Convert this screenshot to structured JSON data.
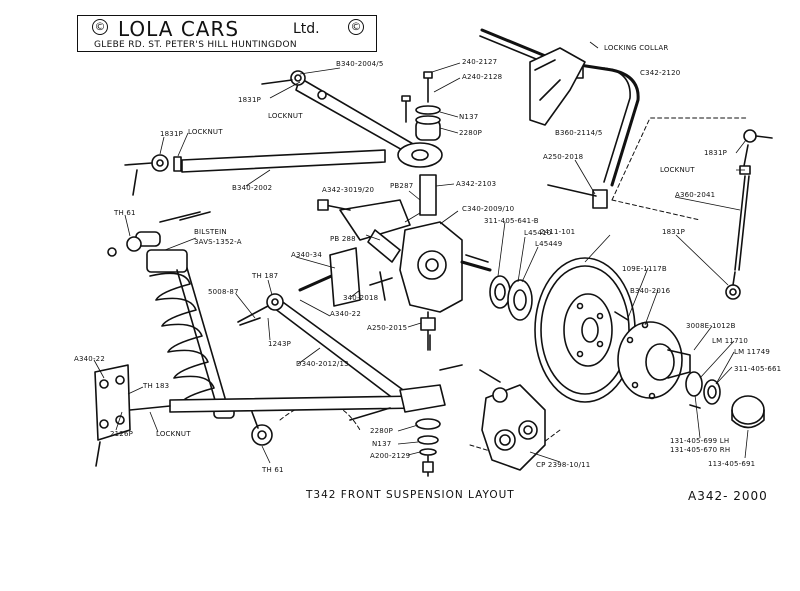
{
  "header": {
    "company": "LOLA CARS",
    "company_suffix": "Ltd.",
    "copyright_symbol": "©",
    "address": "GLEBE RD. ST. PETER'S HILL HUNTINGDON"
  },
  "title": "T342 FRONT SUSPENSION LAYOUT",
  "drawing_number": "A342- 2000",
  "labels": {
    "locking_collar": "LOCKING COLLAR",
    "p240_2127": "240-2127",
    "a240_2128": "A240-2128",
    "b340_2004": "B340-2004/5",
    "c342_2120": "C342-2120",
    "n137_top": "N137",
    "p1831_top": "1831P",
    "locknut_top": "LOCKNUT",
    "p2280_top": "2280P",
    "b360_2114": "B360-2114/5",
    "p1831_left": "1831P",
    "locknut_left": "LOCKNUT",
    "p1831_right": "1831P",
    "a250_2018": "A250-2018",
    "locknut_right": "LOCKNUT",
    "b340_2002": "B340-2002",
    "a342_3019": "A342-3019/20",
    "pb287": "PB287",
    "a342_2103": "A342-2103",
    "a360_2041": "A360-2041",
    "th61_top": "TH 61",
    "c340_2009": "C340-2009/10",
    "p311_405_641": "311-405-641-B",
    "bilstein": "BILSTEIN",
    "bilstein_part": "3AVS-1352-A",
    "pb288": "PB 288",
    "l45410": "L45410",
    "l45449": "L45449",
    "p2411_101": "2411-101",
    "p1831_mid": "1831P",
    "a340_34": "A340-34",
    "th187": "TH 187",
    "p109e": "109E-1117B",
    "p5008_87": "5008-87",
    "p340_2018": "340-2018",
    "b340_2016": "B340-2016",
    "a340_22_mid": "A340-22",
    "p1243": "1243P",
    "a250_2015": "A250-2015",
    "p3008e": "3008E-1012B",
    "lm11710": "LM 11710",
    "lm11749": "LM 11749",
    "d340_2012": "D340-2012/13",
    "p311_405_661": "311-405-661",
    "a340_22_left": "A340-22",
    "th183": "TH 183",
    "p2126": "2126P",
    "locknut_bottom": "LOCKNUT",
    "p2280_bottom": "2280P",
    "n137_bottom": "N137",
    "a200_2129": "A200-2129",
    "p131_699": "131-405-699 LH",
    "p131_670": "131-405-670 RH",
    "th61_bottom": "TH 61",
    "cp2398": "CP 2398-10/11",
    "p113_405_691": "113-405-691"
  }
}
